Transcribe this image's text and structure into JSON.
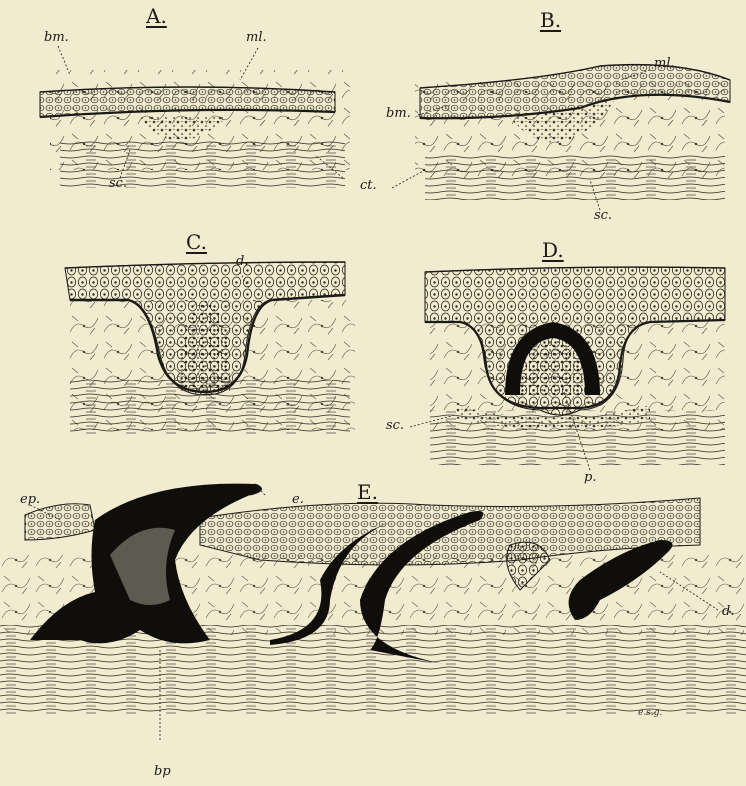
{
  "panels": {
    "A": "A.",
    "B": "B.",
    "C": "C.",
    "D": "D.",
    "E": "E."
  },
  "labels": {
    "bm_a": "bm.",
    "ml_a": "ml.",
    "sc_a": "sc.",
    "ct": "ct.",
    "ml_b": "ml.",
    "bm_b": "bm.",
    "sc_b": "sc.",
    "d_c": "d.",
    "sc_d": "sc.",
    "p_d": "p.",
    "ep_e": "ep.",
    "e_e": "e.",
    "d_e": "d.",
    "bp_e": "bp"
  },
  "signature": "e.s.g.",
  "colors": {
    "paper": "#f1ebcf",
    "ink": "#1c1a16"
  }
}
